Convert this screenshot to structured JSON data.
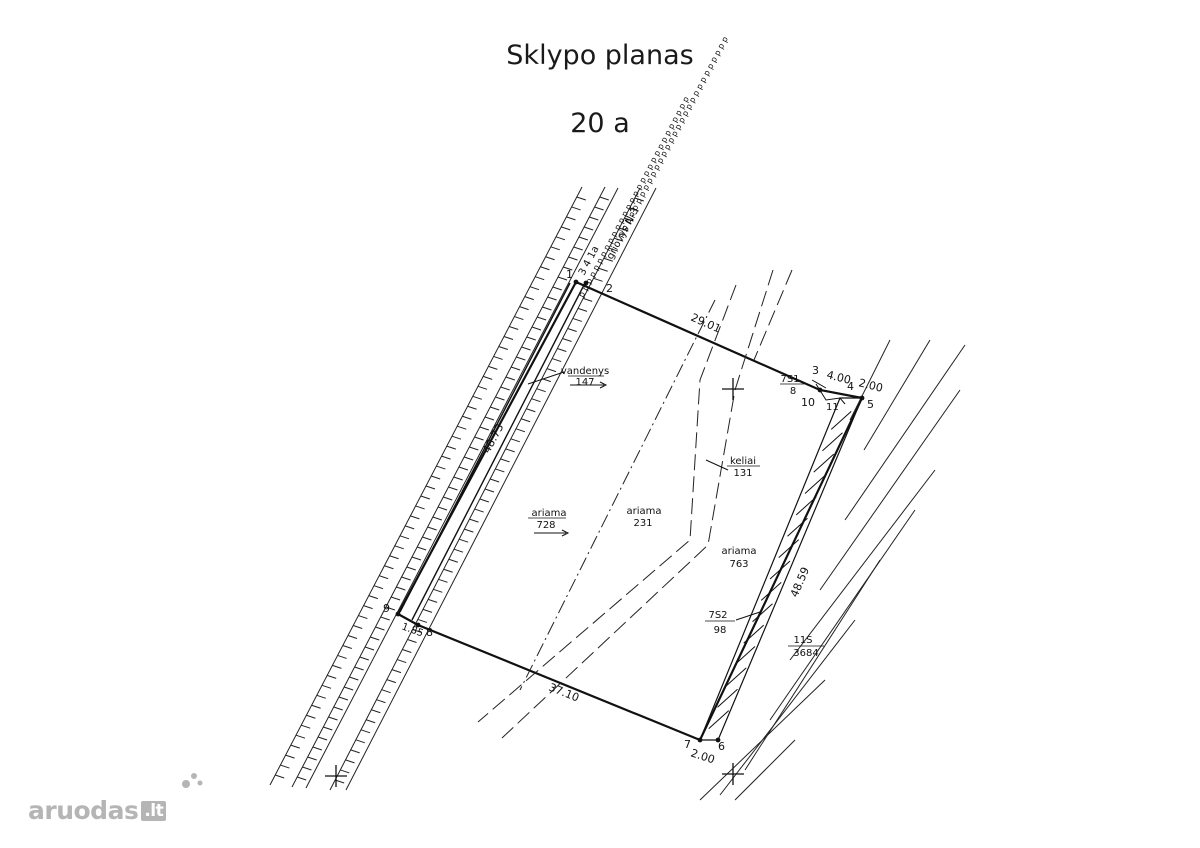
{
  "page": {
    "title": "Sklypo planas",
    "area": "20 a"
  },
  "plan": {
    "ditch_label": "griovys N-3",
    "ditch_p_marks": "p p p p p p p p p p p p p p p p p p p p p p p p p p p p p p",
    "point_labels": [
      "1",
      "2",
      "3",
      "4",
      "5",
      "6",
      "7",
      "8",
      "9",
      "10",
      "11"
    ],
    "dimension_labels": {
      "top": "29.01",
      "left": "48.73",
      "bottom": "37.10",
      "right": "48.59",
      "top_small": "4.00",
      "corner_right": "2.00",
      "corner_bottom": "2.00",
      "left_small": "1.85"
    },
    "areas": [
      {
        "name": "vandenys",
        "value": "147"
      },
      {
        "name": "ariama",
        "value": "728"
      },
      {
        "name": "ariama",
        "value": "231"
      },
      {
        "name": "keliai",
        "value": "131"
      },
      {
        "name": "ariama",
        "value": "763"
      },
      {
        "name": "7S1",
        "value": "8"
      },
      {
        "name": "7S2",
        "value": "98"
      },
      {
        "name": "11S",
        "value": "3684"
      }
    ],
    "extra_labels": {
      "top_marks": "3 4 1a",
      "p10": "10",
      "p11": "11",
      "p8b": "8"
    }
  },
  "watermark": {
    "text": "aruodas",
    "suffix": ".lt"
  }
}
